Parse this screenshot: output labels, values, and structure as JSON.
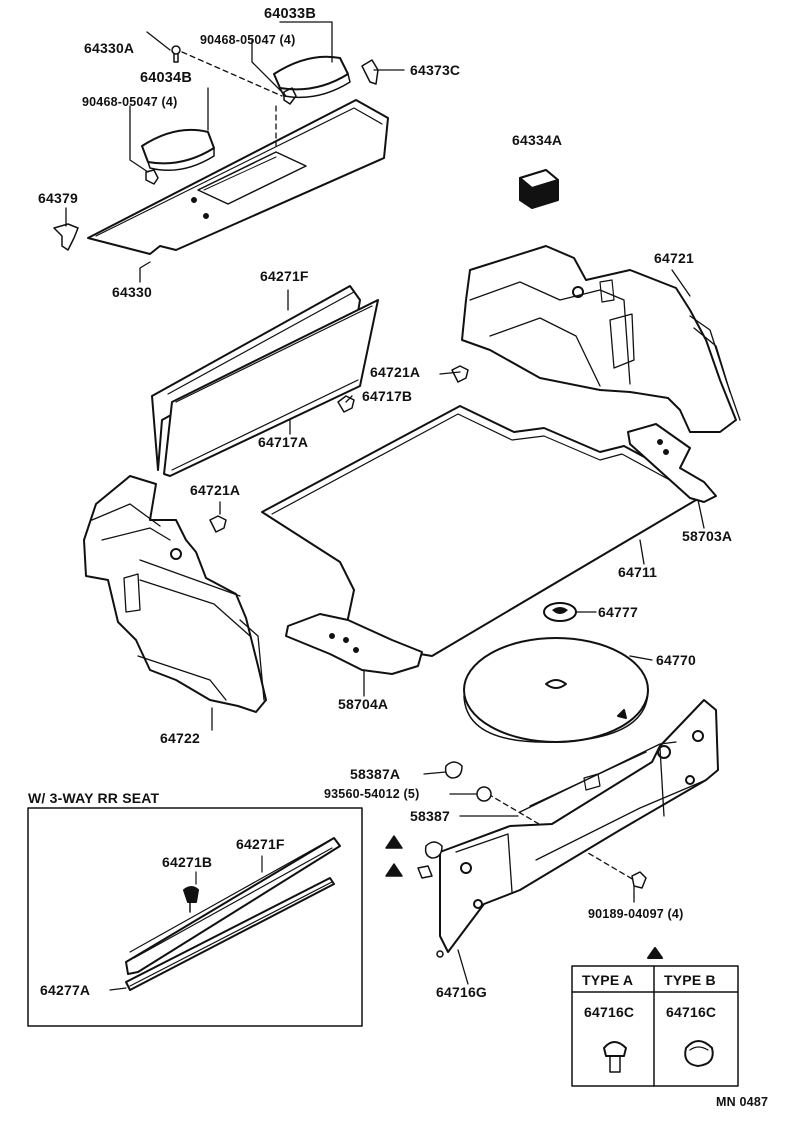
{
  "diagram": {
    "labels": {
      "p64033B": "64033B",
      "p64330A": "64330A",
      "p90468_top": "90468-05047 (4)",
      "p64034B": "64034B",
      "p90468_mid": "90468-05047 (4)",
      "p64373C": "64373C",
      "p64334A": "64334A",
      "p64379": "64379",
      "p64330": "64330",
      "p64271F": "64271F",
      "p64721": "64721",
      "p64721A_right": "64721A",
      "p64717B": "64717B",
      "p64717A": "64717A",
      "p64721A_left": "64721A",
      "p58703A": "58703A",
      "p64711": "64711",
      "p64777": "64777",
      "p64770": "64770",
      "p64722": "64722",
      "p58704A": "58704A",
      "p58387A": "58387A",
      "p93560": "93560-54012 (5)",
      "p58387": "58387",
      "p90189": "90189-04097 (4)",
      "p64716G": "64716G",
      "inset_title": "W/ 3-WAY RR SEAT",
      "inset_64271B": "64271B",
      "inset_64271F": "64271F",
      "inset_64277A": "64277A",
      "type_a": "TYPE A",
      "type_b": "TYPE B",
      "type_a_part": "64716C",
      "type_b_part": "64716C",
      "drawing_no": "MN 0487"
    }
  }
}
